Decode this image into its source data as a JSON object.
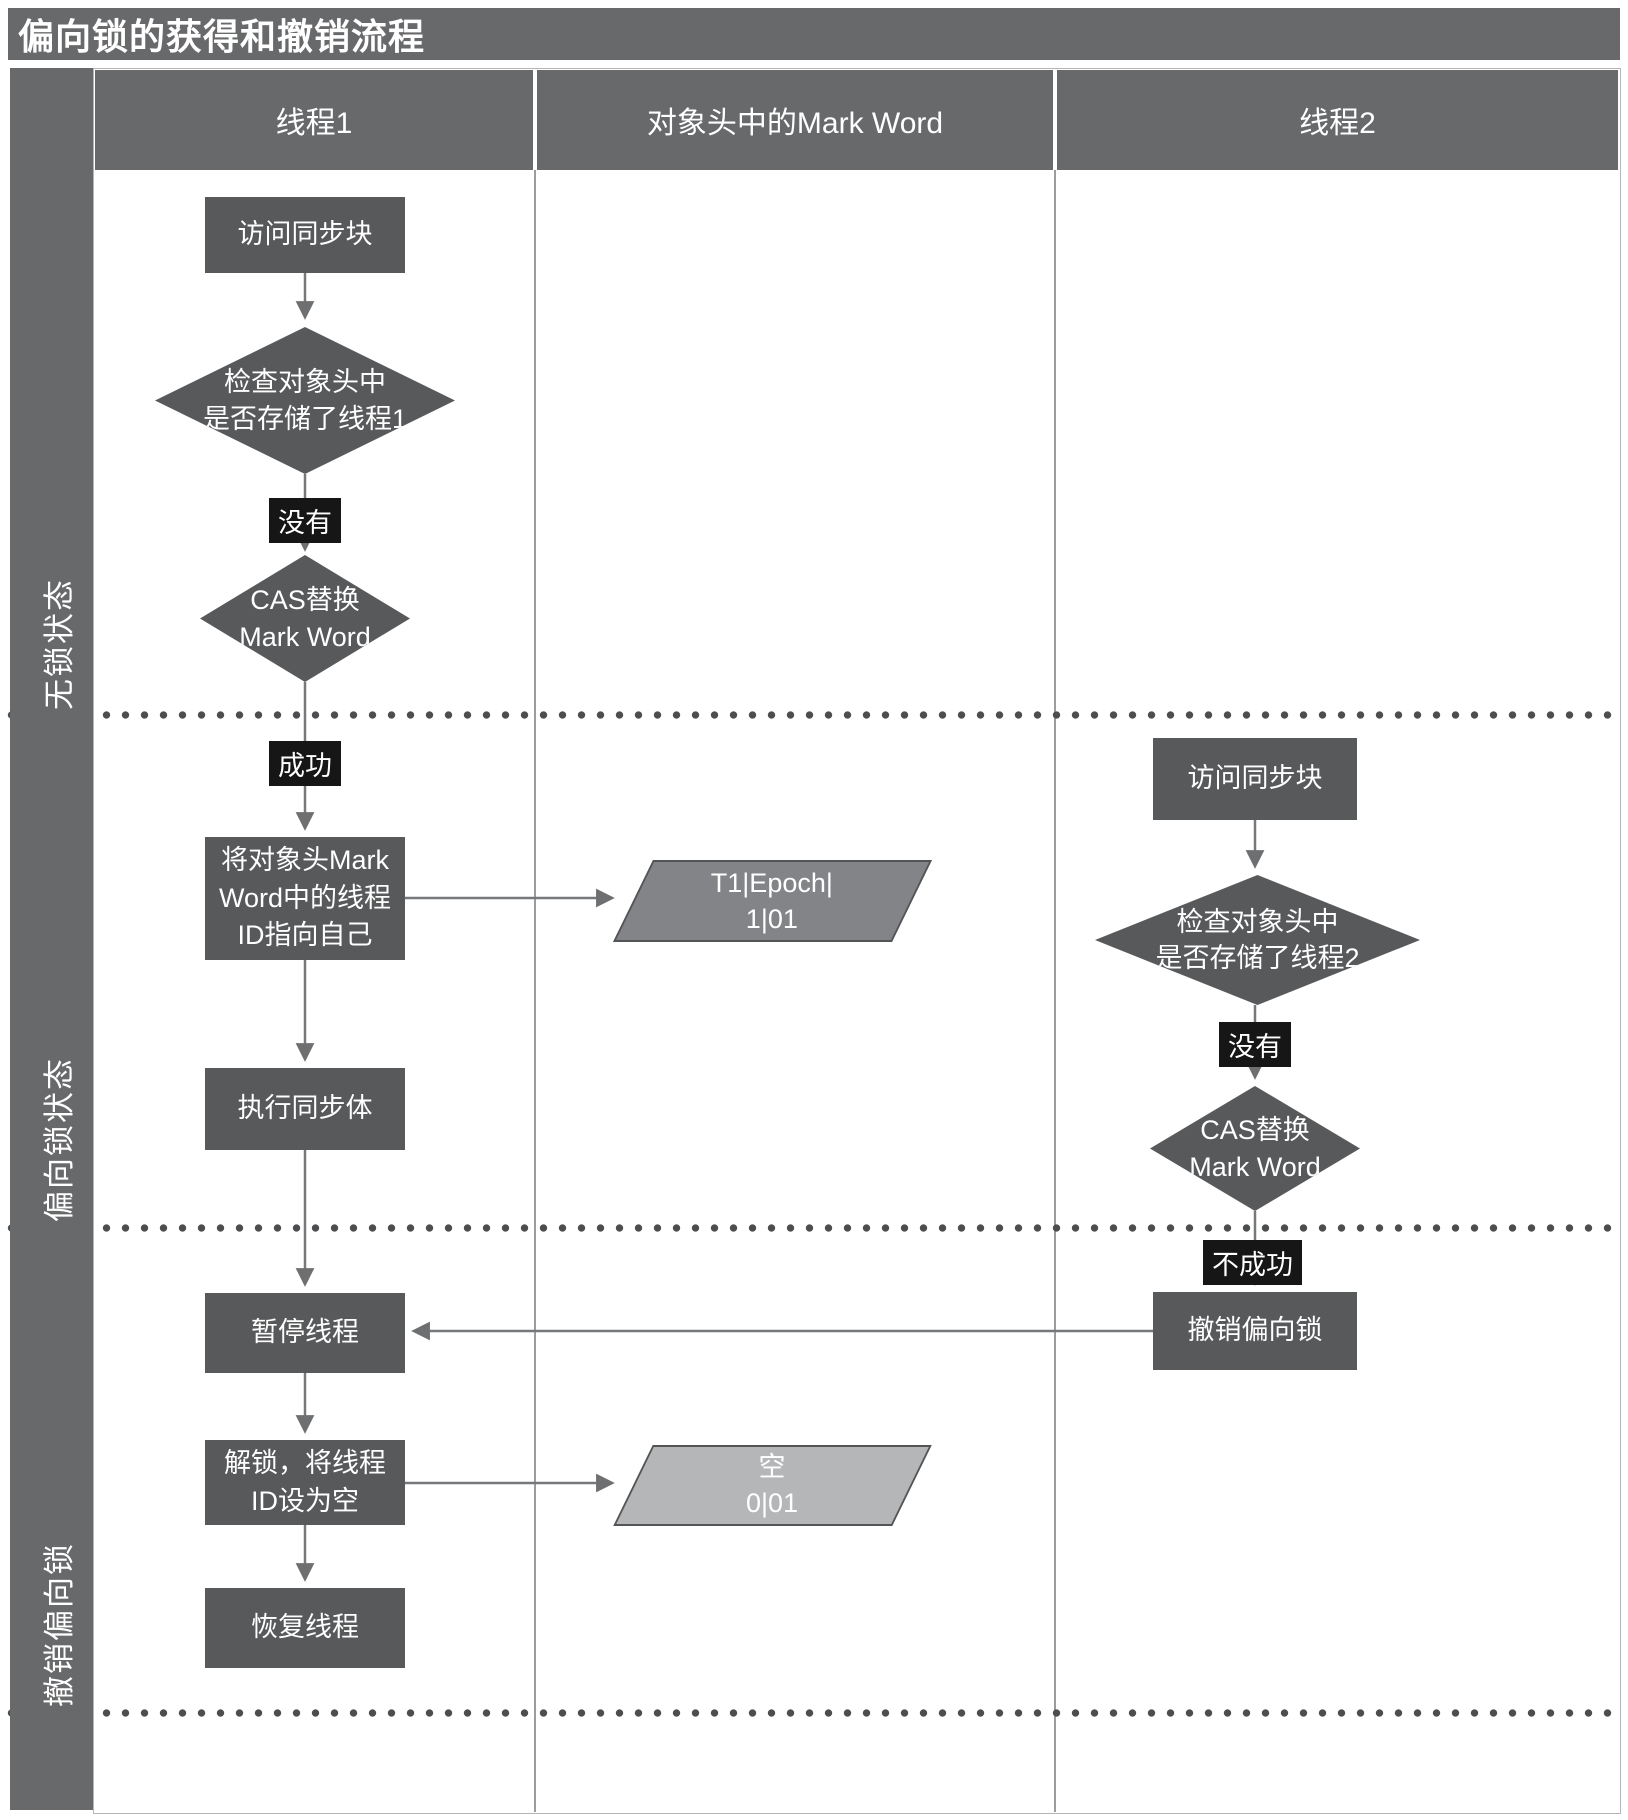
{
  "title": "偏向锁的获得和撤销流程",
  "columns": {
    "thread1": "线程1",
    "mark_word": "对象头中的Mark Word",
    "thread2": "线程2"
  },
  "sections": {
    "lock_free": "无锁状态",
    "biased": "偏向锁状态",
    "revoke": "撤销偏向锁"
  },
  "nodes": {
    "t1_access": "访问同步块",
    "t1_check": "检查对象头中\n是否存储了线程1",
    "t1_cas": "CAS替换\nMark Word",
    "t1_set_id": "将对象头Mark\nWord中的线程\nID指向自己",
    "mw_biased": "T1|Epoch|\n1|01",
    "t1_exec": "执行同步体",
    "t1_pause": "暂停线程",
    "t1_unlock": "解锁，将线程\nID设为空",
    "mw_empty": "空\n0|01",
    "t1_resume": "恢复线程",
    "t2_access": "访问同步块",
    "t2_check": "检查对象头中\n是否存储了线程2",
    "t2_cas": "CAS替换\nMark Word",
    "t2_revoke": "撤销偏向锁"
  },
  "edge_labels": {
    "no1": "没有",
    "success": "成功",
    "no2": "没有",
    "fail": "不成功"
  },
  "colors": {
    "frame_gray": "#68696b",
    "node_fill": "#58595b",
    "edge_label_bg": "#161617",
    "mark_word_biased_fill": "#828487",
    "mark_word_empty_fill": "#b4b6b8",
    "connector": "#77787a",
    "dot_divider": "#4c4d4f"
  }
}
